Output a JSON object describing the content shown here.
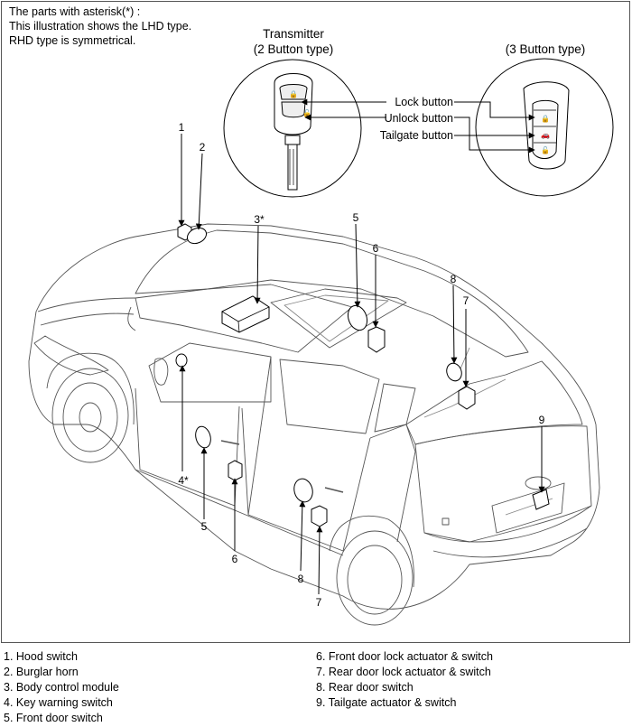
{
  "notes": [
    "The parts with asterisk(*) :",
    "This illustration shows the LHD type.",
    "RHD type is symmetrical."
  ],
  "transmitter": {
    "title": "Transmitter",
    "two_button": "(2 Button type)",
    "three_button": "(3 Button type)",
    "lock": "Lock button",
    "unlock": "Unlock button",
    "tailgate": "Tailgate button"
  },
  "callouts": {
    "c1": "1",
    "c2": "2",
    "c3": "3*",
    "c4": "4*",
    "c5a": "5",
    "c5b": "5",
    "c6a": "6",
    "c6b": "6",
    "c7a": "7",
    "c7b": "7",
    "c8a": "8",
    "c8b": "8",
    "c9": "9"
  },
  "legend_left": [
    "1. Hood switch",
    "2. Burglar horn",
    "3. Body control module",
    "4. Key warning switch",
    "5. Front door switch"
  ],
  "legend_right": [
    "6. Front door lock actuator & switch",
    "7. Rear door lock actuator & switch",
    "8. Rear door switch",
    "9. Tailgate actuator & switch"
  ]
}
